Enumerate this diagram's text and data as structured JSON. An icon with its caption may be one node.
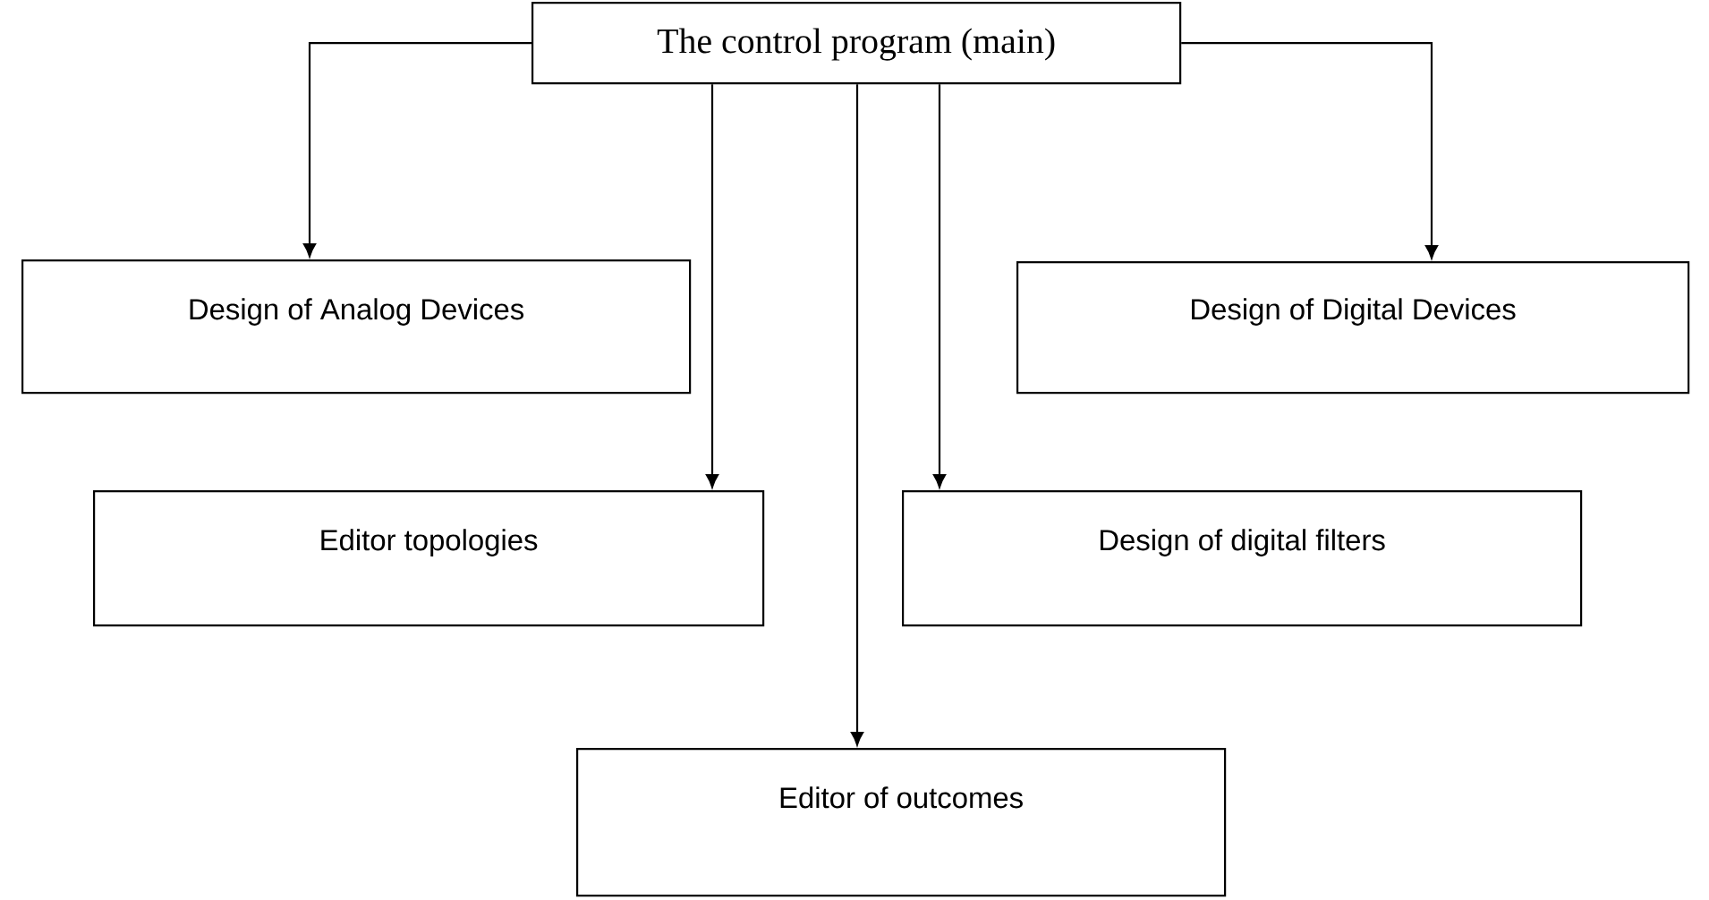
{
  "diagram": {
    "nodes": [
      {
        "text": [
          "The control program (main)"
        ]
      },
      {
        "text": [
          "Design of Analog Devices"
        ]
      },
      {
        "text": [
          "Design of Digital Devices"
        ]
      },
      {
        "text": [
          "Editor topologies"
        ]
      },
      {
        "text": [
          "Design of digital filters"
        ]
      },
      {
        "text": [
          "Editor of outcomes"
        ]
      }
    ],
    "edges": [
      {
        "from": 0,
        "to": 1,
        "arrow": "to"
      },
      {
        "from": 0,
        "to": 2,
        "arrow": "to"
      },
      {
        "from": 0,
        "to": 3,
        "arrow": "to"
      },
      {
        "from": 0,
        "to": 5,
        "arrow": "to"
      },
      {
        "from": 0,
        "to": 4,
        "arrow": "to"
      }
    ]
  }
}
